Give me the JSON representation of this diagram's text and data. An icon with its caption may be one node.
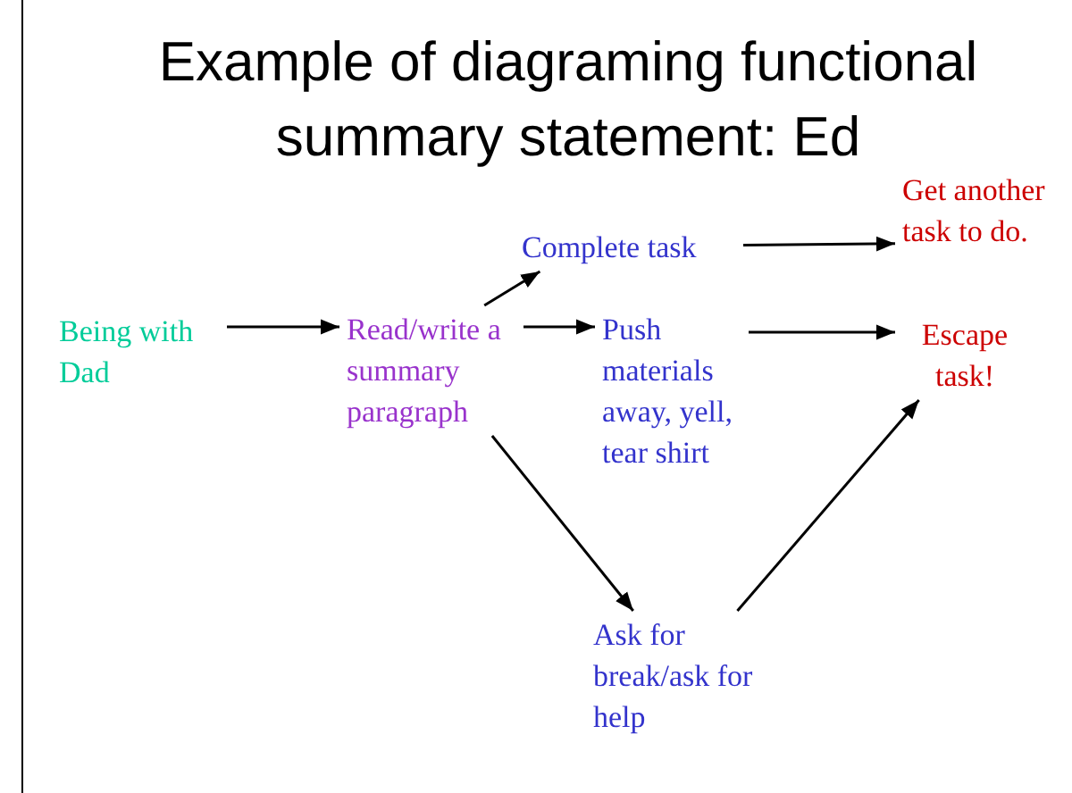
{
  "diagram": {
    "title": "Example of diagraming functional summary statement: Ed",
    "nodes": [
      {
        "text": [
          "Being with Dad"
        ]
      },
      {
        "text": [
          "Read/write a summary paragraph"
        ]
      },
      {
        "text": [
          "Complete task"
        ]
      },
      {
        "text": [
          "Push materials away, yell, tear shirt"
        ]
      },
      {
        "text": [
          "Ask for break/ask for help"
        ]
      },
      {
        "text": [
          "Get another task to do."
        ]
      },
      {
        "text": [
          "Escape task!"
        ]
      }
    ],
    "edges": [
      {
        "from": 0,
        "to": 1,
        "arrow": "to"
      },
      {
        "from": 1,
        "to": 2,
        "arrow": "to"
      },
      {
        "from": 1,
        "to": 3,
        "arrow": "to"
      },
      {
        "from": 1,
        "to": 4,
        "arrow": "to"
      },
      {
        "from": 2,
        "to": 5,
        "arrow": "to"
      },
      {
        "from": 3,
        "to": 6,
        "arrow": "to"
      },
      {
        "from": 4,
        "to": 6,
        "arrow": "to"
      }
    ]
  }
}
